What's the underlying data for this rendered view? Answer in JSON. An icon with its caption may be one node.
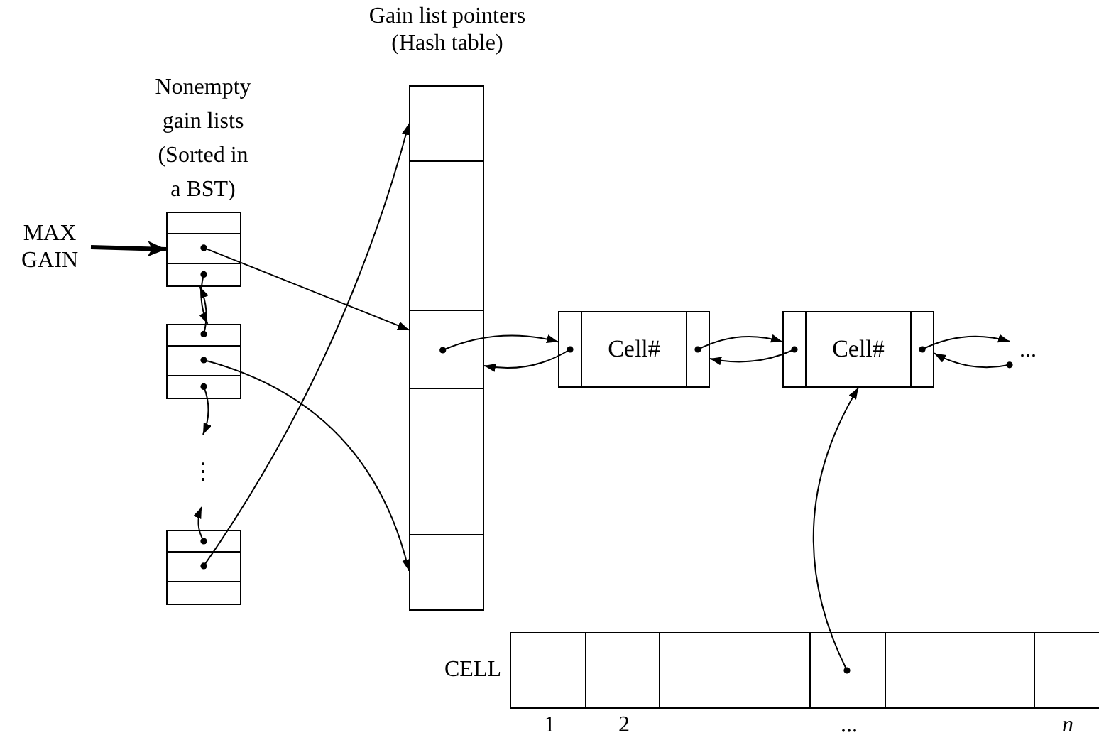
{
  "diagram": {
    "nodes": [
      {
        "text": [],
        "shape": "box"
      },
      {
        "text": [],
        "shape": "box",
        "in": 0
      },
      {
        "text": [],
        "shape": "box",
        "in": 0
      },
      {
        "text": [],
        "shape": "box",
        "in": 0
      },
      {
        "text": [],
        "shape": "box",
        "in": 0
      },
      {
        "text": [],
        "shape": "box",
        "in": 0
      },
      {
        "text": [
          "MAX GAIN"
        ]
      },
      {
        "text": [],
        "shape": "box"
      },
      {
        "text": [],
        "shape": "box",
        "in": 7
      },
      {
        "text": [],
        "shape": "box",
        "in": 7
      },
      {
        "text": [],
        "shape": "box",
        "in": 7
      },
      {
        "text": [],
        "shape": "box"
      },
      {
        "text": [],
        "shape": "box",
        "in": 11
      },
      {
        "text": [],
        "shape": "box",
        "in": 11
      },
      {
        "text": [],
        "shape": "box",
        "in": 11
      },
      {
        "text": [],
        "shape": "box"
      },
      {
        "text": [],
        "shape": "box",
        "in": 15
      },
      {
        "text": [],
        "shape": "box",
        "in": 15
      },
      {
        "text": [],
        "shape": "box",
        "in": 15
      },
      {
        "text": [],
        "shape": "box"
      },
      {
        "text": [],
        "shape": "box",
        "in": 19
      },
      {
        "text": [
          "Cell#"
        ],
        "in": 19
      },
      {
        "text": [],
        "shape": "box",
        "in": 19
      },
      {
        "text": [],
        "shape": "box"
      },
      {
        "text": [],
        "shape": "box",
        "in": 23
      },
      {
        "text": [
          "Cell#"
        ],
        "in": 23
      },
      {
        "text": [],
        "shape": "box",
        "in": 23
      },
      {
        "text": [],
        "shape": "box",
        "beside": [
          "CELL"
        ]
      },
      {
        "text": [],
        "shape": "box",
        "in": 27,
        "beside": [
          "1"
        ]
      },
      {
        "text": [],
        "shape": "box",
        "in": 27,
        "beside": [
          "2"
        ]
      },
      {
        "text": [],
        "shape": "box",
        "in": 27
      },
      {
        "text": [],
        "shape": "box",
        "in": 27,
        "beside": [
          "..."
        ]
      },
      {
        "text": [],
        "shape": "box",
        "in": 27
      },
      {
        "text": [],
        "shape": "box",
        "in": 27,
        "beside": [
          "n"
        ]
      },
      {
        "text": [
          "..."
        ]
      },
      {
        "text": [
          "⋮"
        ]
      }
    ],
    "edges": [
      {
        "from": 6,
        "to": 7,
        "arrow": "to",
        "style": "thick"
      },
      {
        "from": 9,
        "to": 3,
        "arrow": "to"
      },
      {
        "from": 10,
        "to": 12,
        "arrow": "to"
      },
      {
        "from": 12,
        "to": 10,
        "arrow": "to"
      },
      {
        "from": 13,
        "to": 5,
        "arrow": "to"
      },
      {
        "from": 14,
        "to": 35,
        "arrow": "to"
      },
      {
        "from": 16,
        "to": 35,
        "arrow": "to"
      },
      {
        "from": 17,
        "to": 1,
        "arrow": "to"
      },
      {
        "from": 3,
        "to": 20,
        "arrow": "to"
      },
      {
        "from": 20,
        "to": 3,
        "arrow": "to"
      },
      {
        "from": 22,
        "to": 24,
        "arrow": "to"
      },
      {
        "from": 24,
        "to": 22,
        "arrow": "to"
      },
      {
        "from": 26,
        "to": 34,
        "arrow": "to"
      },
      {
        "from": 34,
        "to": 26,
        "arrow": "to"
      },
      {
        "from": 31,
        "to": 23,
        "arrow": "to"
      }
    ],
    "labels": [
      "Gain list pointers (Hash table)",
      "Nonempty gain lists (Sorted in a BST)"
    ]
  }
}
